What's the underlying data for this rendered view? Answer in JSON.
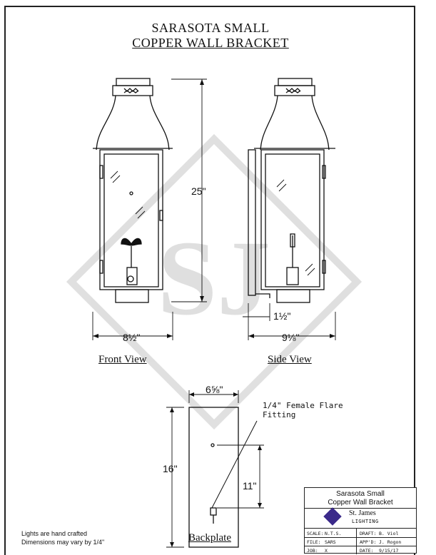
{
  "title": {
    "line1": "SARASOTA SMALL",
    "line2": "COPPER WALL BRACKET"
  },
  "views": {
    "front": "Front View",
    "side": "Side View",
    "backplate": "Backplate"
  },
  "dimensions": {
    "height": "25\"",
    "front_width": "8½\"",
    "side_depth": "9⅛\"",
    "side_offset": "1½\"",
    "backplate_width": "6⅝\"",
    "backplate_height": "16\"",
    "fitting_height": "11\""
  },
  "callout": {
    "line1": "1/4\" Female Flare",
    "line2": "Fitting"
  },
  "notes": {
    "line1": "Lights are hand crafted",
    "line2": "Dimensions may vary by 1/4\""
  },
  "title_block": {
    "name_line1": "Sarasota Small",
    "name_line2": "Copper Wall Bracket",
    "brand": "St. James",
    "brand_sub": "LIGHTING",
    "scale_label": "SCALE:",
    "scale": "N.T.S.",
    "draft_label": "DRAFT:",
    "draft": "B. Viol",
    "file_label": "FILE:",
    "file": "SARS",
    "appd_label": "APP'D:",
    "appd": "J. Rogon",
    "job_label": "JOB:",
    "job": "X",
    "date_label": "DATE:",
    "date": "9/15/17"
  }
}
